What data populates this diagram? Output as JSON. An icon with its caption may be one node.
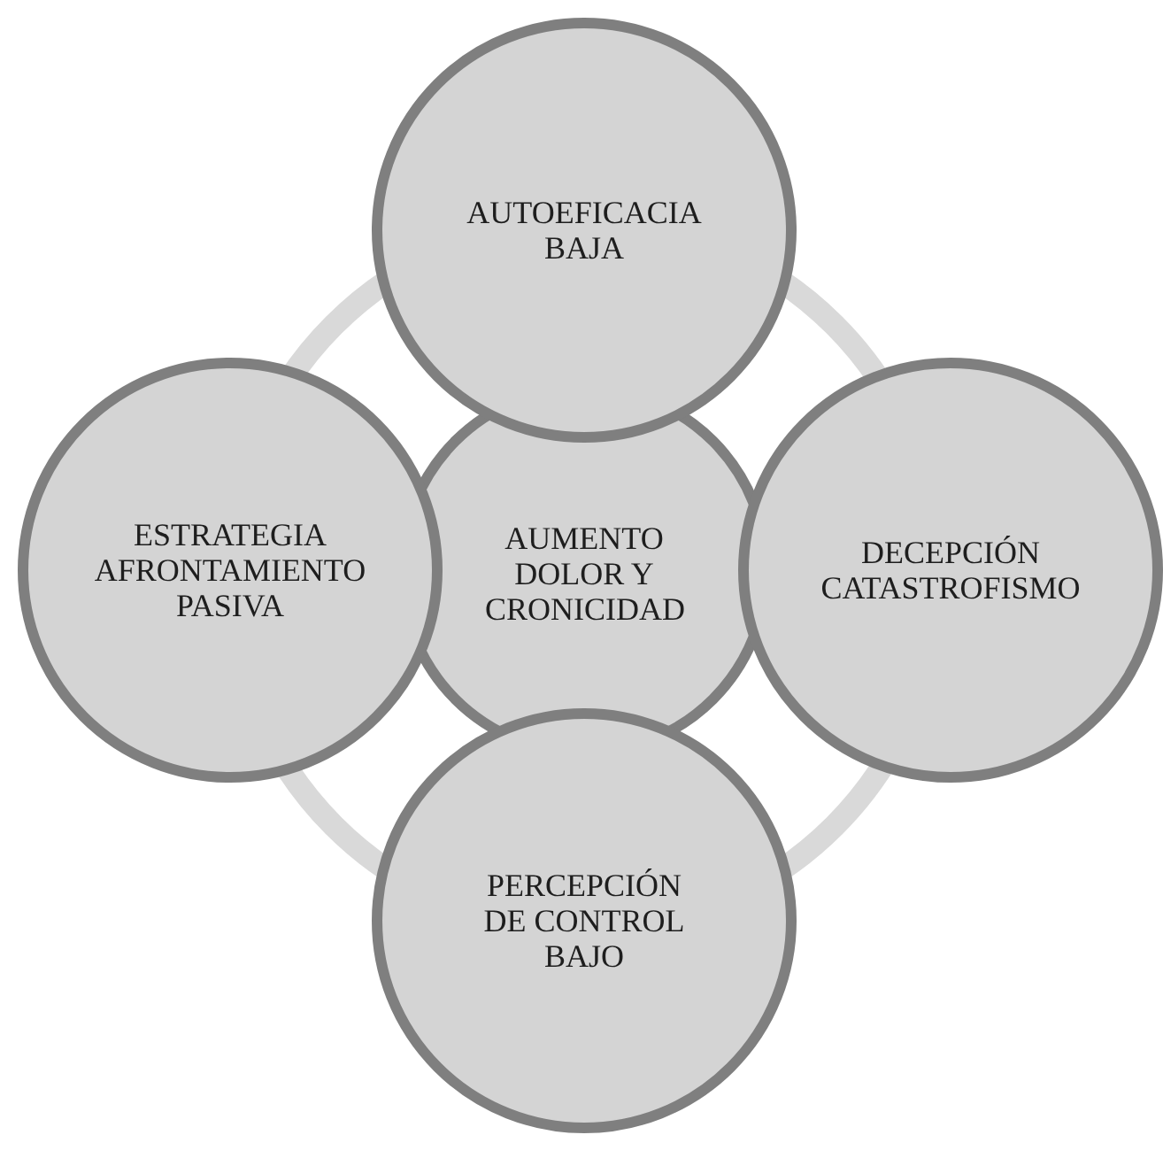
{
  "diagram": {
    "nodes": [
      {
        "text": [
          "AUTOEFICACIA BAJA"
        ]
      },
      {
        "text": [
          "ESTRATEGIA AFRONTAMIENTO PASIVA"
        ]
      },
      {
        "text": [
          "AUMENTO DOLOR Y CRONICIDAD"
        ]
      },
      {
        "text": [
          "DECEPCIÓN CATASTROFISMO"
        ]
      },
      {
        "text": [
          "PERCEPCIÓN DE CONTROL BAJO"
        ]
      }
    ],
    "edges": []
  }
}
